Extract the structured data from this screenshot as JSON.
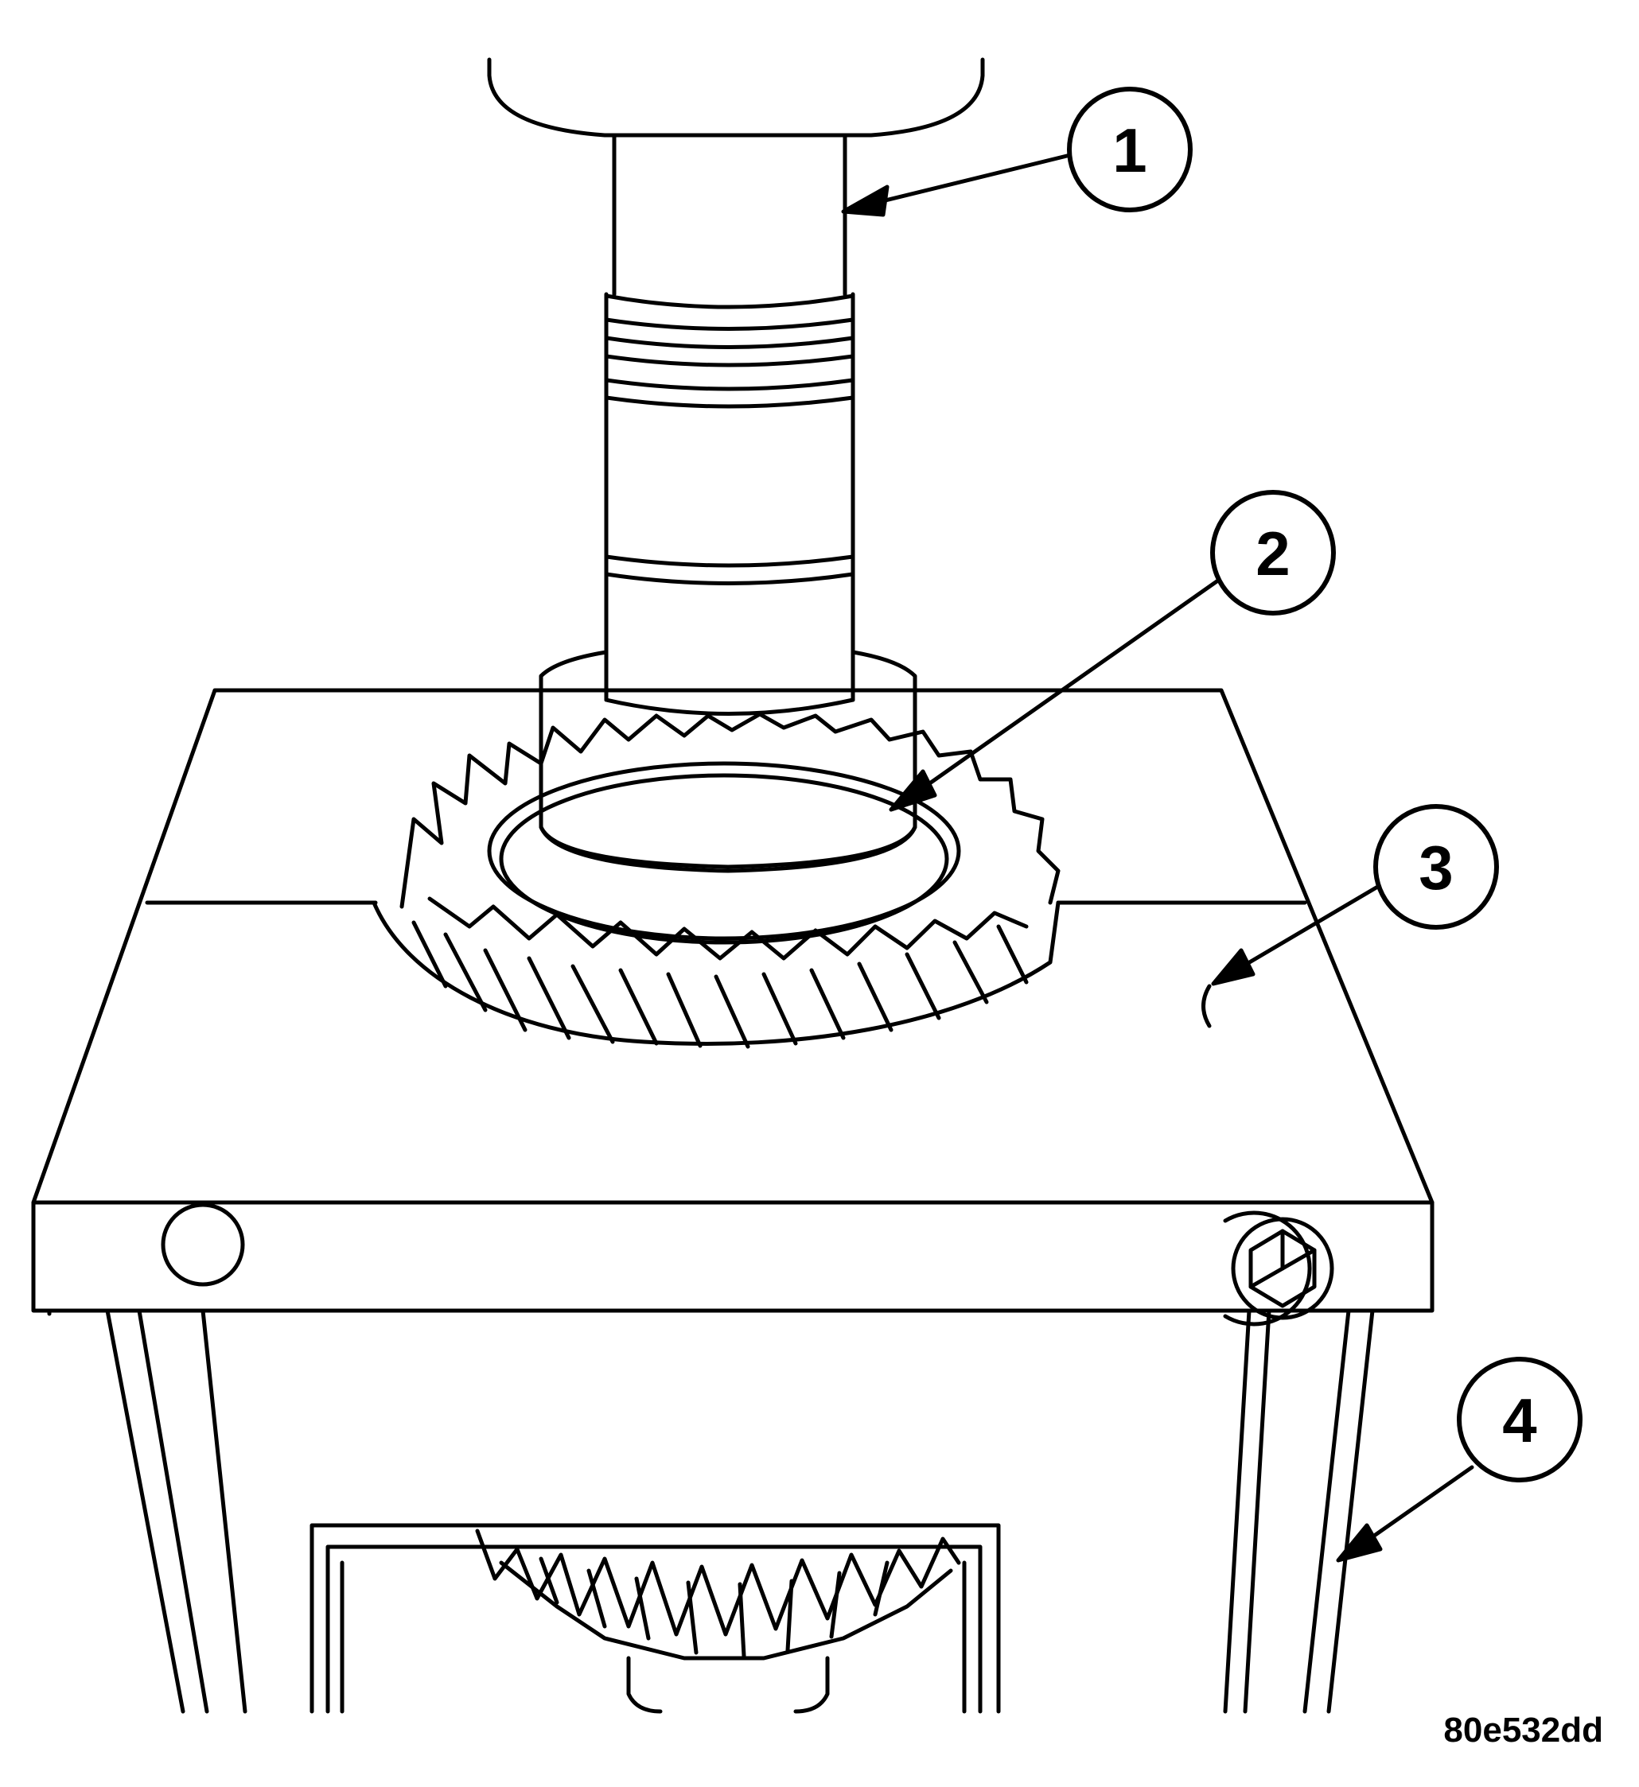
{
  "figure": {
    "callouts": [
      {
        "id": "1",
        "label": "1"
      },
      {
        "id": "2",
        "label": "2"
      },
      {
        "id": "3",
        "label": "3"
      },
      {
        "id": "4",
        "label": "4"
      }
    ],
    "figure_code": "80e532dd"
  },
  "colors": {
    "ink": "#000000",
    "paper": "#ffffff"
  }
}
